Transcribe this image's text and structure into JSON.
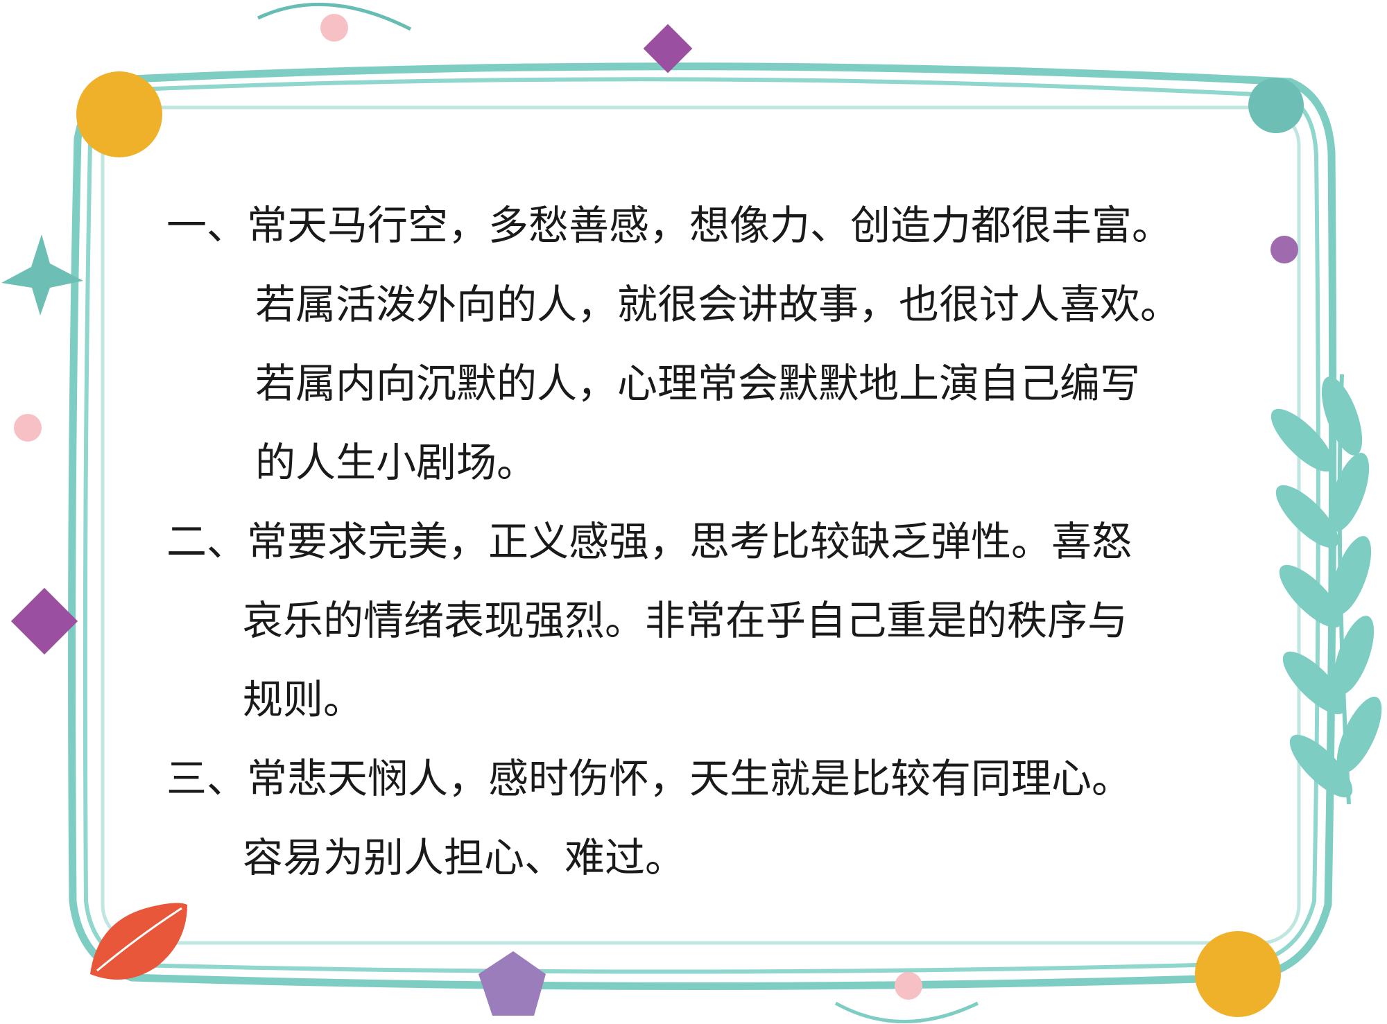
{
  "colors": {
    "frame_teal": "#7ecdc3",
    "frame_teal_dark": "#67bdb3",
    "yellow": "#efb12a",
    "purple": "#9a4fa0",
    "lavender": "#9b7dbb",
    "pink": "#f6c0c4",
    "coral": "#e8573a",
    "text": "#1a1a1a"
  },
  "icons": {
    "top_left": "yellow-circle-icon",
    "top_right": "teal-circle-icon",
    "left": "teal-star-icon",
    "left_diamond": "purple-diamond-icon",
    "bottom_left": "coral-leaf-icon",
    "bottom_center": "lavender-pentagon-icon",
    "bottom_right": "yellow-circle-icon",
    "right": "teal-leaf-branch-icon"
  },
  "content": {
    "items": [
      {
        "lines": [
          "一、常天马行空，多愁善感，想像力、创造力都很丰富。",
          "若属活泼外向的人，就很会讲故事，也很讨人喜欢。",
          "若属内向沉默的人，心理常会默默地上演自己编写",
          "的人生小剧场。"
        ]
      },
      {
        "lines": [
          "二、常要求完美，正义感强，思考比较缺乏弹性。喜怒",
          "哀乐的情绪表现强烈。非常在乎自己重是的秩序与",
          "规则。"
        ]
      },
      {
        "lines": [
          "三、常悲天悯人，感时伤怀，天生就是比较有同理心。",
          "容易为别人担心、难过。"
        ]
      }
    ]
  }
}
